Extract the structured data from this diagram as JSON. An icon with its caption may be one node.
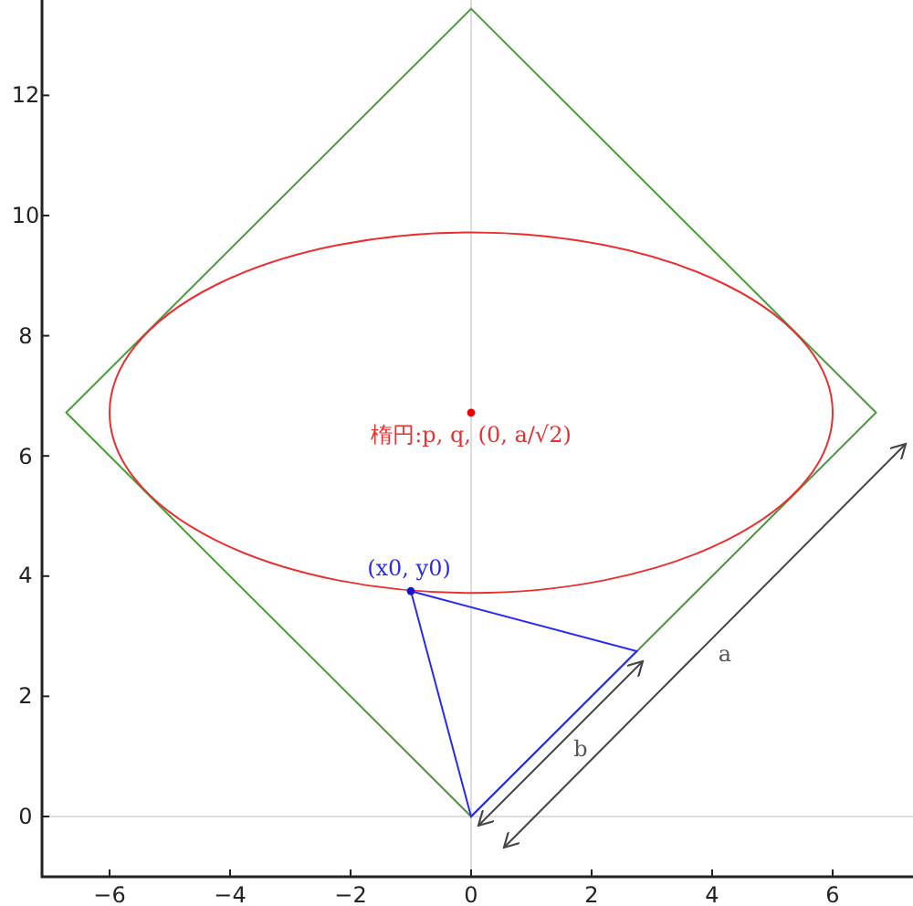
{
  "diagram": {
    "labels": [
      "12",
      "10",
      "8",
      "楕円:p, q, (0, a/√2)",
      "6",
      "4",
      "(x0, y0)",
      "a",
      "2",
      "b",
      "0",
      "−6",
      "−4",
      "−2",
      "0",
      "2",
      "4",
      "6"
    ]
  }
}
